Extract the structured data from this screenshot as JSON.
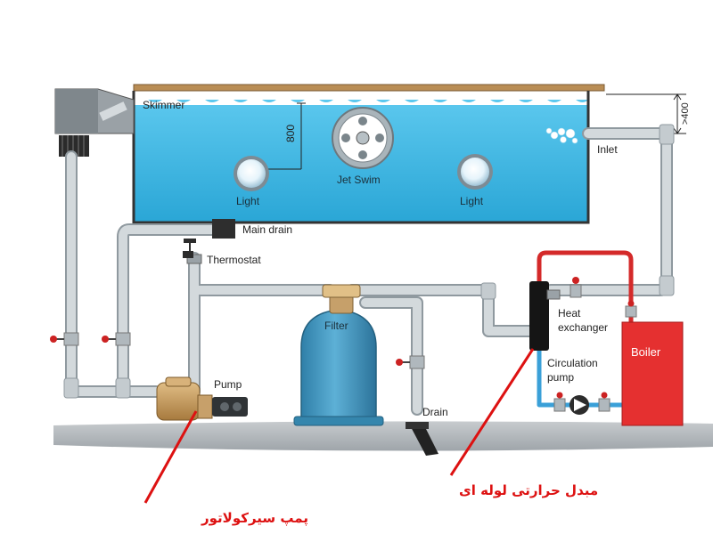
{
  "labels": {
    "skimmer": "Skimmer",
    "depth": "800",
    "height": ">400",
    "light_left": "Light",
    "jet_swim": "Jet Swim",
    "light_right": "Light",
    "inlet": "Inlet",
    "main_drain": "Main drain",
    "thermostat": "Thermostat",
    "filter": "Filter",
    "heat_exchanger_1": "Heat",
    "heat_exchanger_2": "exchanger",
    "boiler": "Boiler",
    "circulation_1": "Circulation",
    "circulation_2": "pump",
    "pump": "Pump",
    "drain": "Drain"
  },
  "annotations": {
    "heat_exchanger_fa": "مبدل حرارتی لوله ای",
    "circulation_pump_fa": "پمپ سیرکولاتور"
  },
  "colors": {
    "water": "#36b4e0",
    "pipe": "#c8cfd3",
    "pipe_edge": "#8f999f",
    "hot_pipe": "#d42a2a",
    "cold_pipe": "#3aa0d8",
    "boiler": "#e53030",
    "filter": "#3d8fb8",
    "pump_body": "#c9a06a",
    "valve": "#cc2222",
    "annotation": "#dd1111",
    "ground": "#b9bec2"
  }
}
